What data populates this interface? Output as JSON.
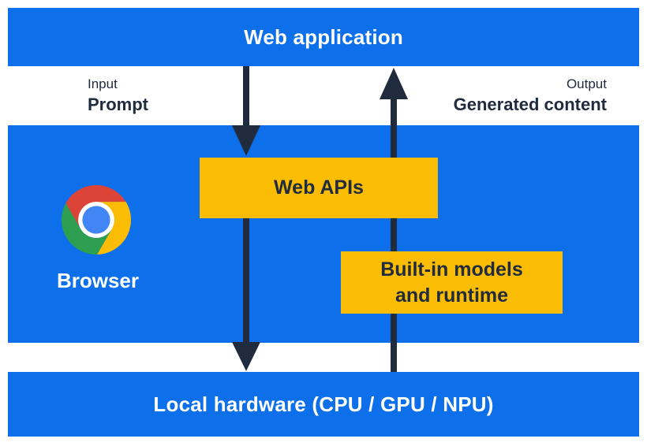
{
  "diagram": {
    "description": "Built-in AI architecture diagram"
  },
  "bands": {
    "web_application": {
      "label": "Web application"
    },
    "local_hardware": {
      "label": "Local hardware (CPU / GPU / NPU)"
    }
  },
  "flow_labels": {
    "input": {
      "title": "Input",
      "subtitle": "Prompt"
    },
    "output": {
      "title": "Output",
      "subtitle": "Generated content"
    }
  },
  "boxes": {
    "web_apis": {
      "label": "Web APIs"
    },
    "builtin_models": {
      "line1": "Built-in models",
      "line2": "and runtime"
    }
  },
  "browser": {
    "label": "Browser",
    "icon": "chrome-logo"
  },
  "colors": {
    "band_blue": "#0D6FEA",
    "box_yellow": "#FBBC04",
    "ink_navy": "#212B3E",
    "chrome_red": "#DB4437",
    "chrome_green": "#2E9E50",
    "chrome_yellow": "#FBBC05",
    "chrome_blue": "#4285F4",
    "white": "#FFFFFF"
  }
}
